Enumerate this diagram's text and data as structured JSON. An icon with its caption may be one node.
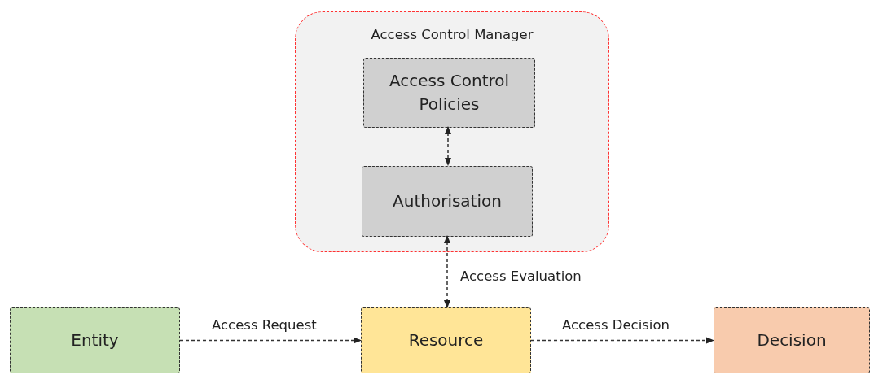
{
  "diagram": {
    "nodes": [
      {
        "text": [
          "Access Control Manager"
        ]
      },
      {
        "text": [
          "Access Control Policies"
        ],
        "in": 0
      },
      {
        "text": [
          "Authorisation"
        ],
        "in": 0
      },
      {
        "text": [
          "Entity"
        ]
      },
      {
        "text": [
          "Resource"
        ]
      },
      {
        "text": [
          "Decision"
        ]
      }
    ],
    "edges": [
      {
        "from": 1,
        "to": 2,
        "arrow": "both"
      },
      {
        "from": 4,
        "to": 2,
        "arrow": "both",
        "label": "Access Evaluation"
      },
      {
        "from": 3,
        "to": 4,
        "arrow": "to",
        "label": "Access Request"
      },
      {
        "from": 4,
        "to": 5,
        "arrow": "to",
        "label": "Access Decision"
      }
    ]
  }
}
